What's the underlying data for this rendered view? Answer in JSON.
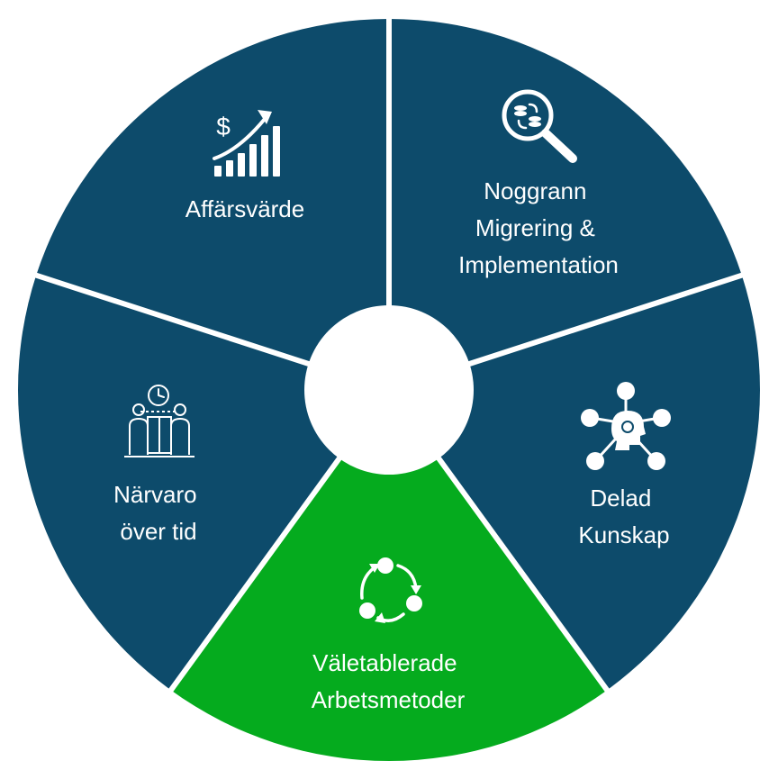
{
  "colors": {
    "segment_default": "#0d4b6b",
    "segment_highlight": "#05ab1e",
    "separator": "#ffffff",
    "hub": "#ffffff"
  },
  "segments": [
    {
      "id": "affarsvarde",
      "lines": [
        "Affärsvärde"
      ],
      "icon": "revenue-growth-icon",
      "highlighted": false
    },
    {
      "id": "migrering",
      "lines": [
        "Noggrann",
        "Migrering &",
        "Implementation"
      ],
      "icon": "data-search-icon",
      "highlighted": false
    },
    {
      "id": "kunskap",
      "lines": [
        "Delad",
        "Kunskap"
      ],
      "icon": "knowledge-network-icon",
      "highlighted": false
    },
    {
      "id": "arbetsmetoder",
      "lines": [
        "Väletablerade",
        "Arbetsmetoder"
      ],
      "icon": "cycle-process-icon",
      "highlighted": true
    },
    {
      "id": "narvaro",
      "lines": [
        "Närvaro",
        "över tid"
      ],
      "icon": "team-clock-icon",
      "highlighted": false
    }
  ]
}
